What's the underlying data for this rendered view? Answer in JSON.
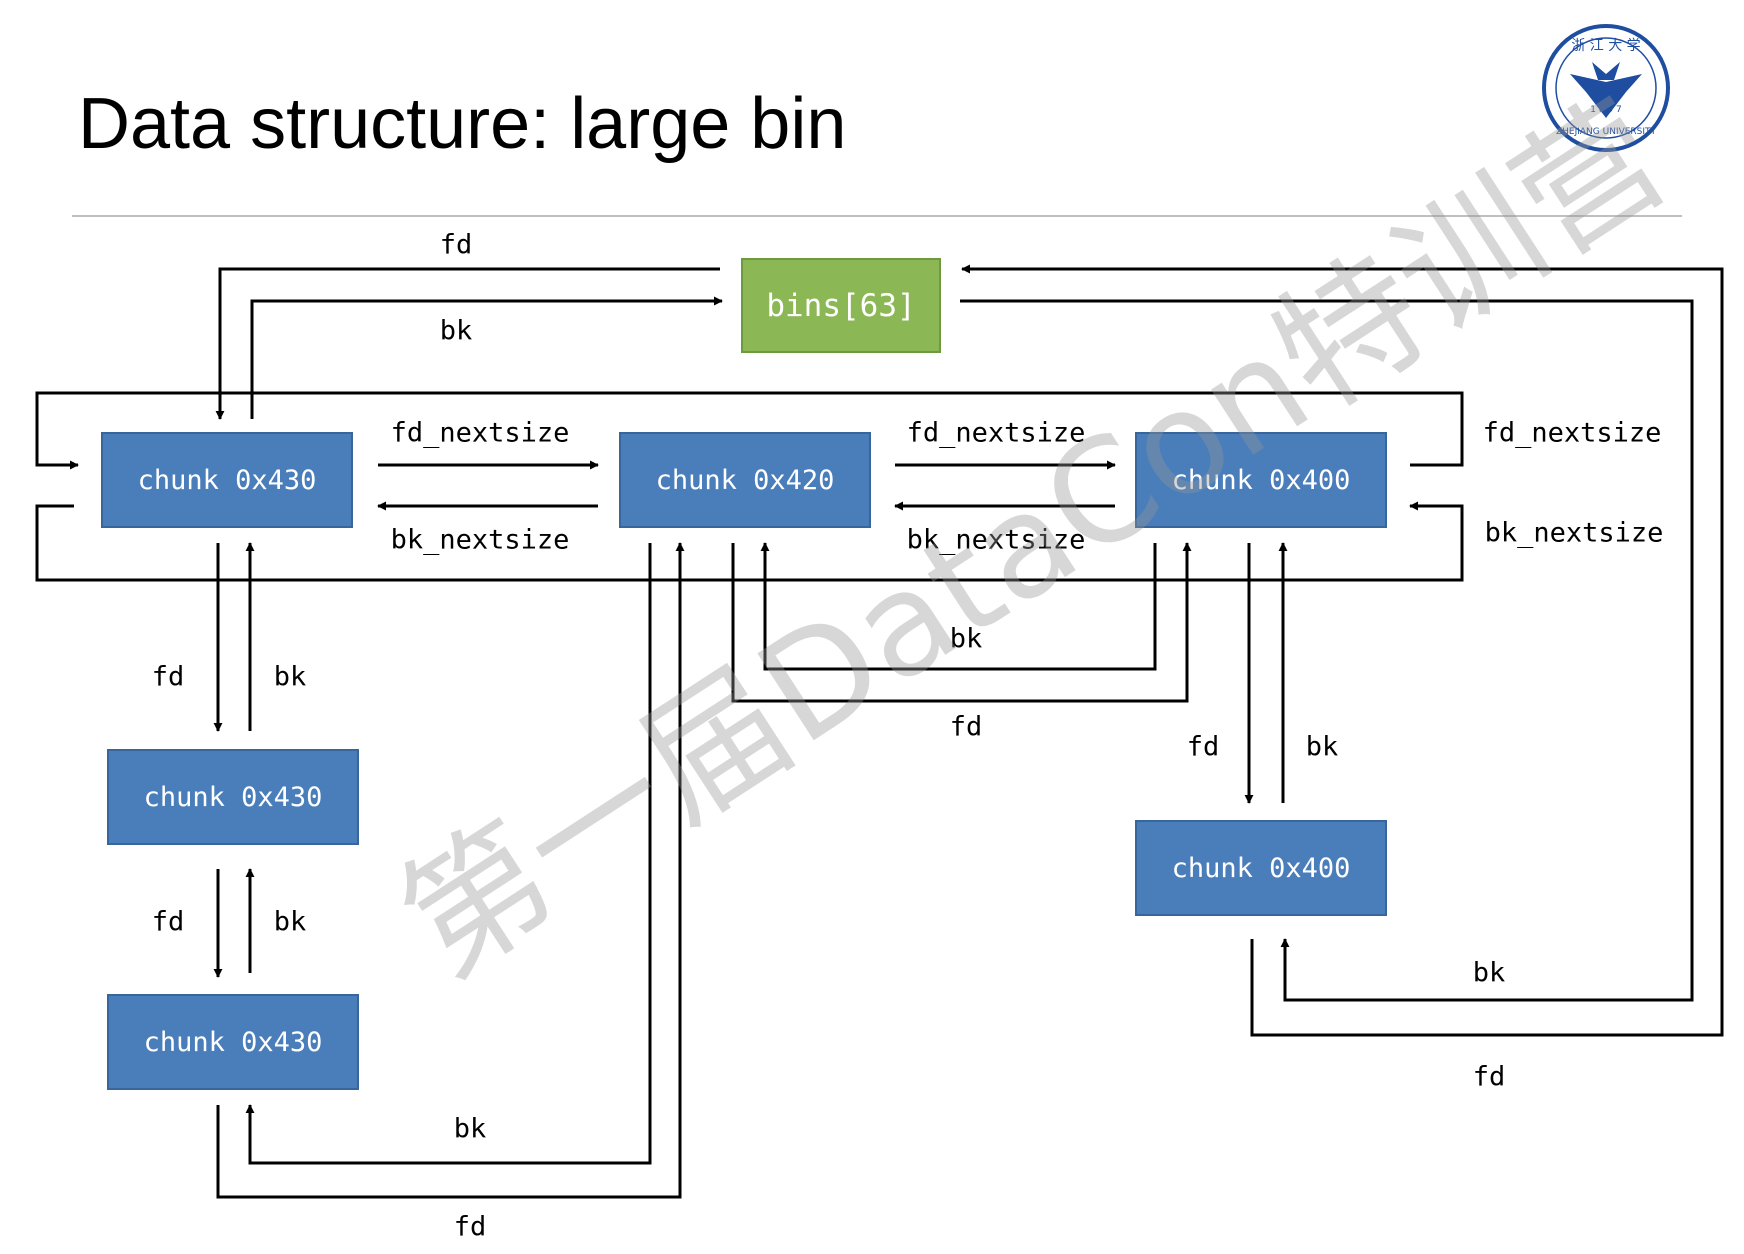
{
  "slide": {
    "title": "Data structure: large bin",
    "watermark": "第一届DataCon特训营",
    "logo": {
      "icon": "zhejiang-university-seal-icon",
      "text_top": "浙 江 大 学",
      "year": "1 8 9 7",
      "text_bottom": "ZHEJIANG UNIVERSITY",
      "color": "#1f4ea1"
    }
  },
  "colors": {
    "chunk_fill": "#4a7ebb",
    "bins_fill": "#8cb755",
    "line": "#000000"
  },
  "nodes": {
    "bins": "bins[63]",
    "chunk_a1": "chunk 0x430",
    "chunk_a2": "chunk 0x430",
    "chunk_a3": "chunk 0x430",
    "chunk_b1": "chunk 0x420",
    "chunk_c1": "chunk 0x400",
    "chunk_c2": "chunk 0x400"
  },
  "labels": {
    "top_fd": "fd",
    "top_bk": "bk",
    "fdn_ab": "fd_nextsize",
    "bkn_ab": "bk_nextsize",
    "fdn_bc": "fd_nextsize",
    "bkn_bc": "bk_nextsize",
    "fdn_right": "fd_nextsize",
    "bkn_right": "bk_nextsize",
    "a12_fd": "fd",
    "a12_bk": "bk",
    "a23_fd": "fd",
    "a23_bk": "bk",
    "a3_bk": "bk",
    "a3_fd": "fd",
    "bc_bk": "bk",
    "bc_fd": "fd",
    "c12_fd": "fd",
    "c12_bk": "bk",
    "c2_bk": "bk",
    "c2_fd": "fd"
  }
}
